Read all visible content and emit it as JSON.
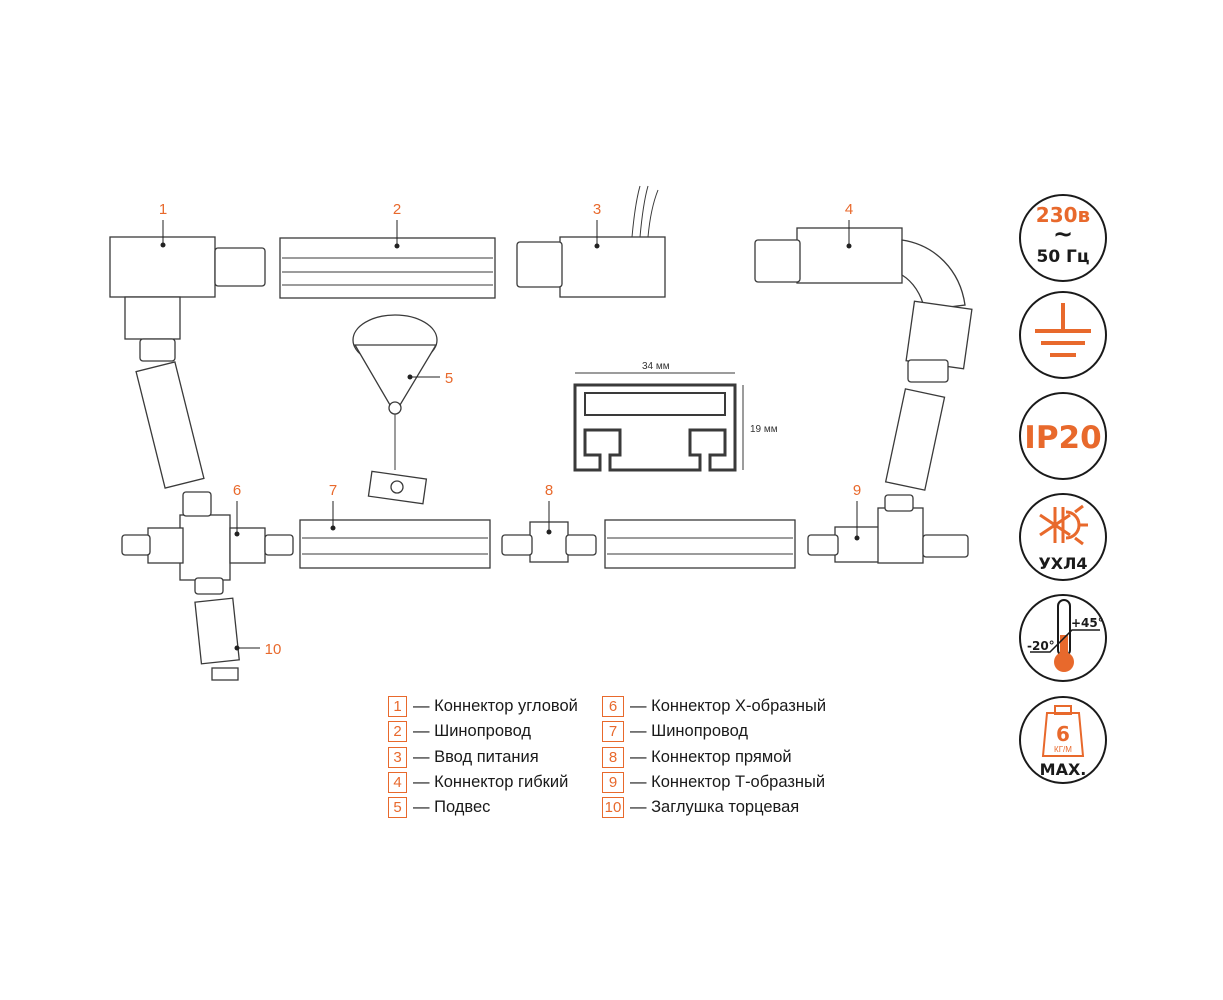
{
  "accent_color": "#e8692c",
  "callouts": [
    "1",
    "2",
    "3",
    "4",
    "5",
    "6",
    "7",
    "8",
    "9",
    "10"
  ],
  "profile": {
    "width_label": "34 мм",
    "height_label": "19 мм"
  },
  "legend": [
    {
      "num": "1",
      "text": "— Коннектор угловой"
    },
    {
      "num": "2",
      "text": "— Шинопровод"
    },
    {
      "num": "3",
      "text": "— Ввод питания"
    },
    {
      "num": "4",
      "text": "— Коннектор гибкий"
    },
    {
      "num": "5",
      "text": "— Подвес"
    },
    {
      "num": "6",
      "text": "— Коннектор Х-образный"
    },
    {
      "num": "7",
      "text": "— Шинопровод"
    },
    {
      "num": "8",
      "text": "— Коннектор прямой"
    },
    {
      "num": "9",
      "text": "— Коннектор Т-образный"
    },
    {
      "num": "10",
      "text": "— Заглушка торцевая"
    }
  ],
  "badges": {
    "voltage": "230в",
    "tilde": "~",
    "frequency": "50 Гц",
    "ground": "ground-icon",
    "ip": "IP20",
    "climate": "УХЛ4",
    "temp_min": "-20°",
    "temp_max": "+45°",
    "load_value": "6",
    "load_unit": "КГ/М",
    "load_max": "MAX."
  }
}
